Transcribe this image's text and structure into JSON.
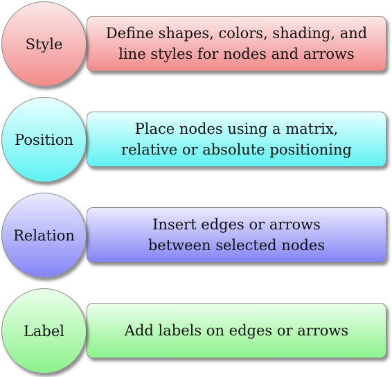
{
  "steps": [
    {
      "label": "Style",
      "description": "Define shapes, colors, shading, and\nline styles for nodes and arrows",
      "color_light": "#fce8e8",
      "color_dark": "#f28b8b"
    },
    {
      "label": "Position",
      "description": "Place nodes using a matrix,\nrelative or absolute positioning",
      "color_light": "#e8ffff",
      "color_dark": "#5ef2f2"
    },
    {
      "label": "Relation",
      "description": "Insert edges or arrows\nbetween selected nodes",
      "color_light": "#ebebff",
      "color_dark": "#8484f6"
    },
    {
      "label": "Label",
      "description": "Add labels on edges or arrows",
      "color_light": "#ebffea",
      "color_dark": "#8cf28c"
    }
  ]
}
